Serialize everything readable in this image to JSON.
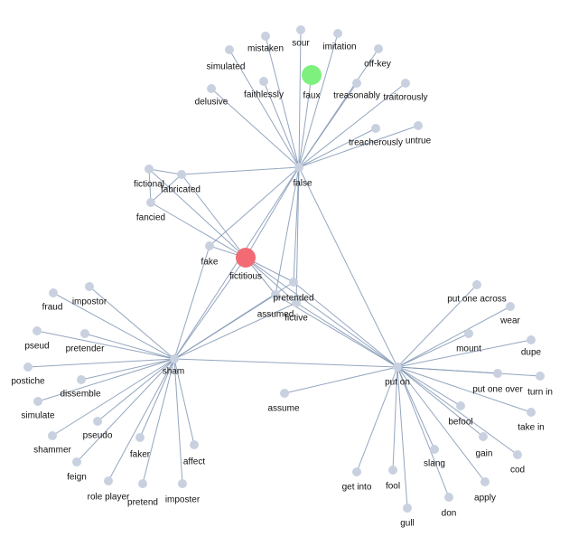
{
  "graph": {
    "nodes": [
      {
        "id": "false",
        "label": "false",
        "type": "hub"
      },
      {
        "id": "sham",
        "label": "sham",
        "type": "hub"
      },
      {
        "id": "put_on",
        "label": "put on",
        "type": "hub"
      },
      {
        "id": "faux",
        "label": "faux",
        "type": "highlight",
        "color": "#7ef07e"
      },
      {
        "id": "fictitious",
        "label": "fictitious",
        "type": "highlight",
        "color": "#f26b74"
      },
      {
        "id": "sour",
        "label": "sour"
      },
      {
        "id": "mistaken",
        "label": "mistaken"
      },
      {
        "id": "imitation",
        "label": "imitation"
      },
      {
        "id": "off_key",
        "label": "off-key"
      },
      {
        "id": "simulated",
        "label": "simulated"
      },
      {
        "id": "faithlessly",
        "label": "faithlessly"
      },
      {
        "id": "treasonably",
        "label": "treasonably"
      },
      {
        "id": "traitorously",
        "label": "traitorously"
      },
      {
        "id": "delusive",
        "label": "delusive"
      },
      {
        "id": "treacherously",
        "label": "treacherously"
      },
      {
        "id": "untrue",
        "label": "untrue"
      },
      {
        "id": "fictional",
        "label": "fictional"
      },
      {
        "id": "fabricated",
        "label": "fabricated"
      },
      {
        "id": "fancied",
        "label": "fancied"
      },
      {
        "id": "fake",
        "label": "fake"
      },
      {
        "id": "pretended",
        "label": "pretended"
      },
      {
        "id": "assumed",
        "label": "assumed"
      },
      {
        "id": "fictive",
        "label": "fictive"
      },
      {
        "id": "fraud",
        "label": "fraud"
      },
      {
        "id": "impostor",
        "label": "impostor"
      },
      {
        "id": "pseud",
        "label": "pseud"
      },
      {
        "id": "pretender",
        "label": "pretender"
      },
      {
        "id": "postiche",
        "label": "postiche"
      },
      {
        "id": "dissemble",
        "label": "dissemble"
      },
      {
        "id": "simulate",
        "label": "simulate"
      },
      {
        "id": "pseudo",
        "label": "pseudo"
      },
      {
        "id": "shammer",
        "label": "shammer"
      },
      {
        "id": "faker",
        "label": "faker"
      },
      {
        "id": "affect",
        "label": "affect"
      },
      {
        "id": "feign",
        "label": "feign"
      },
      {
        "id": "role_player",
        "label": "role player"
      },
      {
        "id": "pretend",
        "label": "pretend"
      },
      {
        "id": "imposter",
        "label": "imposter"
      },
      {
        "id": "assume",
        "label": "assume"
      },
      {
        "id": "put_one_across",
        "label": "put one across"
      },
      {
        "id": "wear",
        "label": "wear"
      },
      {
        "id": "mount",
        "label": "mount"
      },
      {
        "id": "dupe",
        "label": "dupe"
      },
      {
        "id": "put_one_over",
        "label": "put one over"
      },
      {
        "id": "turn_in",
        "label": "turn in"
      },
      {
        "id": "befool",
        "label": "befool"
      },
      {
        "id": "take_in",
        "label": "take in"
      },
      {
        "id": "gain",
        "label": "gain"
      },
      {
        "id": "cod",
        "label": "cod"
      },
      {
        "id": "slang",
        "label": "slang"
      },
      {
        "id": "get_into",
        "label": "get into"
      },
      {
        "id": "fool",
        "label": "fool"
      },
      {
        "id": "apply",
        "label": "apply"
      },
      {
        "id": "don",
        "label": "don"
      },
      {
        "id": "gull",
        "label": "gull"
      }
    ],
    "edges": [
      [
        "false",
        "sour"
      ],
      [
        "false",
        "mistaken"
      ],
      [
        "false",
        "imitation"
      ],
      [
        "false",
        "off_key"
      ],
      [
        "false",
        "simulated"
      ],
      [
        "false",
        "faithlessly"
      ],
      [
        "false",
        "faux"
      ],
      [
        "false",
        "treasonably"
      ],
      [
        "false",
        "traitorously"
      ],
      [
        "false",
        "delusive"
      ],
      [
        "false",
        "treacherously"
      ],
      [
        "false",
        "untrue"
      ],
      [
        "false",
        "fabricated"
      ],
      [
        "false",
        "fake"
      ],
      [
        "false",
        "fictitious"
      ],
      [
        "false",
        "pretended"
      ],
      [
        "false",
        "assumed"
      ],
      [
        "false",
        "fictive"
      ],
      [
        "false",
        "put_on"
      ],
      [
        "false",
        "sham"
      ],
      [
        "fictional",
        "fabricated"
      ],
      [
        "fictional",
        "fancied"
      ],
      [
        "fictional",
        "fictitious"
      ],
      [
        "fabricated",
        "fancied"
      ],
      [
        "fabricated",
        "fictitious"
      ],
      [
        "fancied",
        "fictitious"
      ],
      [
        "fake",
        "fictitious"
      ],
      [
        "sham",
        "fake"
      ],
      [
        "sham",
        "fictitious"
      ],
      [
        "sham",
        "pretended"
      ],
      [
        "sham",
        "assumed"
      ],
      [
        "sham",
        "fictive"
      ],
      [
        "sham",
        "put_on"
      ],
      [
        "sham",
        "fraud"
      ],
      [
        "sham",
        "impostor"
      ],
      [
        "sham",
        "pseud"
      ],
      [
        "sham",
        "pretender"
      ],
      [
        "sham",
        "postiche"
      ],
      [
        "sham",
        "dissemble"
      ],
      [
        "sham",
        "simulate"
      ],
      [
        "sham",
        "pseudo"
      ],
      [
        "sham",
        "shammer"
      ],
      [
        "sham",
        "faker"
      ],
      [
        "sham",
        "affect"
      ],
      [
        "sham",
        "feign"
      ],
      [
        "sham",
        "role_player"
      ],
      [
        "sham",
        "pretend"
      ],
      [
        "sham",
        "imposter"
      ],
      [
        "fictitious",
        "pretended"
      ],
      [
        "fictitious",
        "assumed"
      ],
      [
        "fictitious",
        "fictive"
      ],
      [
        "put_on",
        "fictitious"
      ],
      [
        "put_on",
        "pretended"
      ],
      [
        "put_on",
        "assumed"
      ],
      [
        "put_on",
        "fictive"
      ],
      [
        "put_on",
        "assume"
      ],
      [
        "put_on",
        "put_one_across"
      ],
      [
        "put_on",
        "wear"
      ],
      [
        "put_on",
        "mount"
      ],
      [
        "put_on",
        "dupe"
      ],
      [
        "put_on",
        "put_one_over"
      ],
      [
        "put_on",
        "turn_in"
      ],
      [
        "put_on",
        "befool"
      ],
      [
        "put_on",
        "take_in"
      ],
      [
        "put_on",
        "gain"
      ],
      [
        "put_on",
        "cod"
      ],
      [
        "put_on",
        "slang"
      ],
      [
        "put_on",
        "get_into"
      ],
      [
        "put_on",
        "fool"
      ],
      [
        "put_on",
        "apply"
      ],
      [
        "put_on",
        "don"
      ],
      [
        "put_on",
        "gull"
      ]
    ]
  }
}
